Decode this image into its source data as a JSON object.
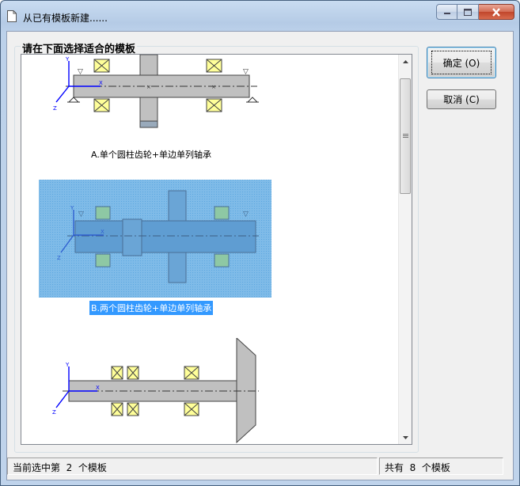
{
  "window": {
    "title": "从已有模板新建......"
  },
  "group": {
    "title": "请在下面选择适合的模板"
  },
  "buttons": {
    "ok": "确定 (O)",
    "cancel": "取消 (C)"
  },
  "templates": [
    {
      "label": "A.单个圆柱齿轮+单边单列轴承",
      "selected": false
    },
    {
      "label": "B.两个圆柱齿轮+单边单列轴承",
      "selected": true
    },
    {
      "label": "",
      "selected": false
    }
  ],
  "diagram_text": {
    "axis_y": "Y",
    "axis_x": "X",
    "axis_z": "Z"
  },
  "status": {
    "selected_text": "当前选中第  2  个模板",
    "total_text": "共有  8  个模板"
  },
  "colors": {
    "selection": "#3399ff",
    "bearing_fill": "#ffff99",
    "shaft_fill": "#c0c0c0",
    "axis_blue": "#0000ff"
  },
  "icons": {
    "title": "document-icon",
    "minimize": "minimize-icon",
    "maximize": "maximize-icon",
    "close": "close-icon",
    "scroll_up": "arrow-up-icon",
    "scroll_down": "arrow-down-icon"
  }
}
